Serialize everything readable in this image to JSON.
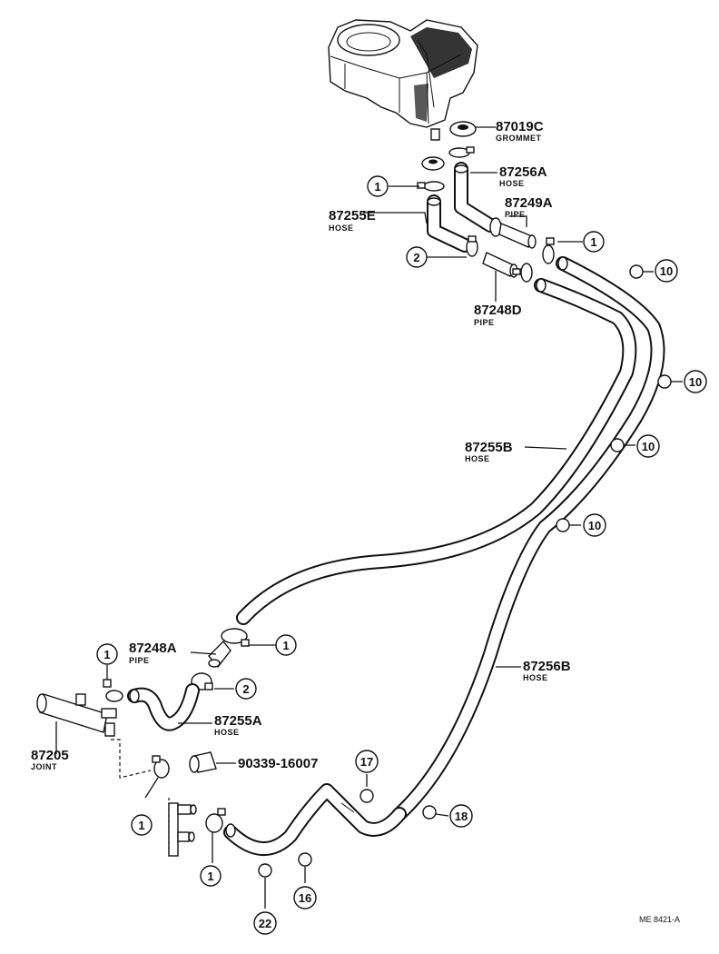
{
  "callouts": [
    {
      "id": "c1a",
      "text": "1"
    },
    {
      "id": "c1b",
      "text": "1"
    },
    {
      "id": "c1c",
      "text": "1"
    },
    {
      "id": "c1d",
      "text": "1"
    },
    {
      "id": "c1e",
      "text": "1"
    },
    {
      "id": "c1f",
      "text": "1"
    },
    {
      "id": "c2a",
      "text": "2"
    },
    {
      "id": "c2b",
      "text": "2"
    },
    {
      "id": "c10a",
      "text": "10"
    },
    {
      "id": "c10b",
      "text": "10"
    },
    {
      "id": "c10c",
      "text": "10"
    },
    {
      "id": "c10d",
      "text": "10"
    },
    {
      "id": "c16",
      "text": "16"
    },
    {
      "id": "c17",
      "text": "17"
    },
    {
      "id": "c18",
      "text": "18"
    },
    {
      "id": "c22",
      "text": "22"
    }
  ],
  "parts": {
    "p87019C": {
      "number": "87019C",
      "name": "GROMMET"
    },
    "p87256A": {
      "number": "87256A",
      "name": "HOSE"
    },
    "p87249A": {
      "number": "87249A",
      "name": "PIPE"
    },
    "p87255E": {
      "number": "87255E",
      "name": "HOSE"
    },
    "p87248D": {
      "number": "87248D",
      "name": "PIPE"
    },
    "p87255B": {
      "number": "87255B",
      "name": "HOSE"
    },
    "p87248A": {
      "number": "87248A",
      "name": "PIPE"
    },
    "p87255A": {
      "number": "87255A",
      "name": "HOSE"
    },
    "p87256B": {
      "number": "87256B",
      "name": "HOSE"
    },
    "p87205": {
      "number": "87205",
      "name": "JOINT"
    },
    "p90339": {
      "number": "90339-16007"
    }
  },
  "figure_code": "ME 8421-A"
}
